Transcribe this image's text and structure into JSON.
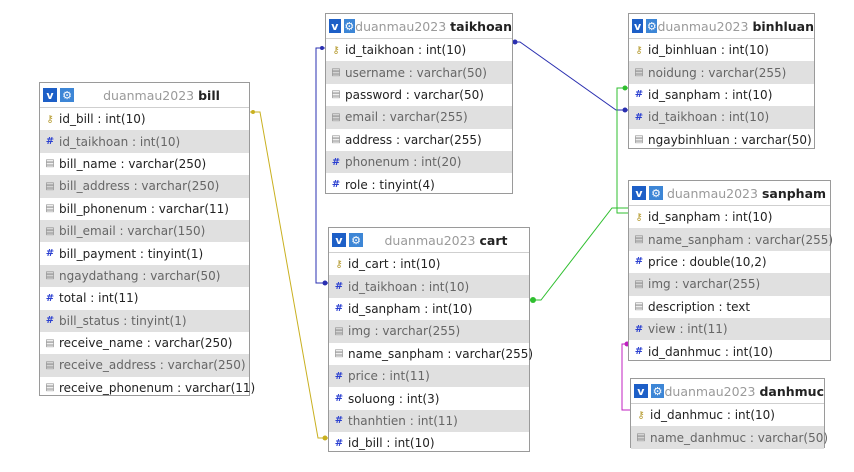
{
  "tables": [
    {
      "db": "duanmau2023",
      "name": "bill",
      "columns": [
        {
          "text": "id_bill : int(10)",
          "icon": "key-icon"
        },
        {
          "text": "id_taikhoan : int(10)",
          "icon": "numeric-column-icon"
        },
        {
          "text": "bill_name : varchar(250)",
          "icon": "text-column-icon"
        },
        {
          "text": "bill_address : varchar(250)",
          "icon": "text-column-icon"
        },
        {
          "text": "bill_phonenum : varchar(11)",
          "icon": "text-column-icon"
        },
        {
          "text": "bill_email : varchar(150)",
          "icon": "text-column-icon"
        },
        {
          "text": "bill_payment : tinyint(1)",
          "icon": "numeric-column-icon"
        },
        {
          "text": "ngaydathang : varchar(50)",
          "icon": "text-column-icon"
        },
        {
          "text": "total : int(11)",
          "icon": "numeric-column-icon"
        },
        {
          "text": "bill_status : tinyint(1)",
          "icon": "numeric-column-icon"
        },
        {
          "text": "receive_name : varchar(250)",
          "icon": "text-column-icon"
        },
        {
          "text": "receive_address : varchar(250)",
          "icon": "text-column-icon"
        },
        {
          "text": "receive_phonenum : varchar(11)",
          "icon": "text-column-icon"
        }
      ]
    },
    {
      "db": "duanmau2023",
      "name": "taikhoan",
      "columns": [
        {
          "text": "id_taikhoan : int(10)",
          "icon": "key-icon"
        },
        {
          "text": "username : varchar(50)",
          "icon": "text-column-icon"
        },
        {
          "text": "password : varchar(50)",
          "icon": "text-column-icon"
        },
        {
          "text": "email : varchar(255)",
          "icon": "text-column-icon"
        },
        {
          "text": "address : varchar(255)",
          "icon": "text-column-icon"
        },
        {
          "text": "phonenum : int(20)",
          "icon": "numeric-column-icon"
        },
        {
          "text": "role : tinyint(4)",
          "icon": "numeric-column-icon"
        }
      ]
    },
    {
      "db": "duanmau2023",
      "name": "cart",
      "columns": [
        {
          "text": "id_cart : int(10)",
          "icon": "key-icon"
        },
        {
          "text": "id_taikhoan : int(10)",
          "icon": "numeric-column-icon"
        },
        {
          "text": "id_sanpham : int(10)",
          "icon": "numeric-column-icon"
        },
        {
          "text": "img : varchar(255)",
          "icon": "text-column-icon"
        },
        {
          "text": "name_sanpham : varchar(255)",
          "icon": "text-column-icon"
        },
        {
          "text": "price : int(11)",
          "icon": "numeric-column-icon"
        },
        {
          "text": "soluong : int(3)",
          "icon": "numeric-column-icon"
        },
        {
          "text": "thanhtien : int(11)",
          "icon": "numeric-column-icon"
        },
        {
          "text": "id_bill : int(10)",
          "icon": "numeric-column-icon"
        }
      ]
    },
    {
      "db": "duanmau2023",
      "name": "binhluan",
      "columns": [
        {
          "text": "id_binhluan : int(10)",
          "icon": "key-icon"
        },
        {
          "text": "noidung : varchar(255)",
          "icon": "text-column-icon"
        },
        {
          "text": "id_sanpham : int(10)",
          "icon": "numeric-column-icon"
        },
        {
          "text": "id_taikhoan : int(10)",
          "icon": "numeric-column-icon"
        },
        {
          "text": "ngaybinhluan : varchar(50)",
          "icon": "text-column-icon"
        }
      ]
    },
    {
      "db": "duanmau2023",
      "name": "sanpham",
      "columns": [
        {
          "text": "id_sanpham : int(10)",
          "icon": "key-icon"
        },
        {
          "text": "name_sanpham : varchar(255)",
          "icon": "text-column-icon"
        },
        {
          "text": "price : double(10,2)",
          "icon": "numeric-column-icon"
        },
        {
          "text": "img : varchar(255)",
          "icon": "text-column-icon"
        },
        {
          "text": "description : text",
          "icon": "text-column-icon"
        },
        {
          "text": "view : int(11)",
          "icon": "numeric-column-icon"
        },
        {
          "text": "id_danhmuc : int(10)",
          "icon": "numeric-column-icon"
        }
      ]
    },
    {
      "db": "duanmau2023",
      "name": "danhmuc",
      "columns": [
        {
          "text": "id_danhmuc : int(10)",
          "icon": "key-icon"
        },
        {
          "text": "name_danhmuc : varchar(50)",
          "icon": "text-column-icon"
        }
      ]
    }
  ],
  "header_icons": [
    "toggle-v-icon",
    "gear-icon"
  ],
  "relations": [
    {
      "from": "bill.id_bill",
      "to": "cart.id_bill",
      "color": "#c9b020"
    },
    {
      "from": "taikhoan.id_taikhoan",
      "to": "cart.id_taikhoan",
      "color": "#2a2fb0"
    },
    {
      "from": "taikhoan.id_taikhoan",
      "to": "binhluan.id_taikhoan",
      "color": "#2a2fb0"
    },
    {
      "from": "sanpham.id_sanpham",
      "to": "binhluan.id_sanpham",
      "color": "#2fbf2f"
    },
    {
      "from": "sanpham.id_sanpham",
      "to": "cart.id_sanpham",
      "color": "#2fbf2f"
    },
    {
      "from": "danhmuc.id_danhmuc",
      "to": "sanpham.id_danhmuc",
      "color": "#c020c0"
    }
  ]
}
